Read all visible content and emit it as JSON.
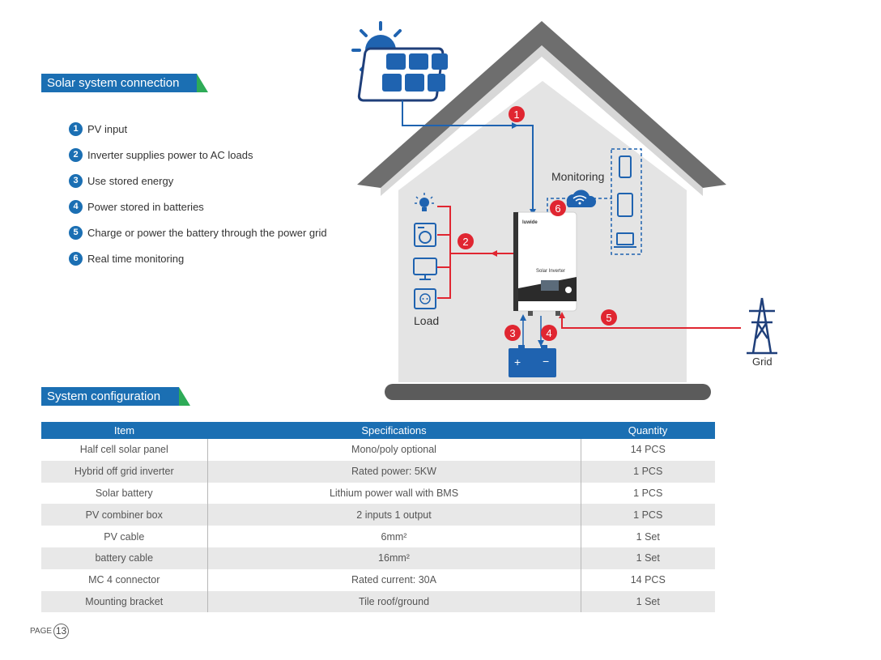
{
  "connection": {
    "title": "Solar system connection",
    "items": [
      {
        "num": "1",
        "text": "PV input"
      },
      {
        "num": "2",
        "text": "Inverter supplies power to AC loads"
      },
      {
        "num": "3",
        "text": "Use stored energy"
      },
      {
        "num": "4",
        "text": "Power stored in batteries"
      },
      {
        "num": "5",
        "text": "Charge or power the battery through the power grid"
      },
      {
        "num": "6",
        "text": "Real time monitoring"
      }
    ]
  },
  "diagram": {
    "monitoring_label": "Monitoring",
    "load_label": "Load",
    "grid_label": "Grid",
    "inverter_brand": "luwide",
    "inverter_label": "Solar Inverter",
    "battery_plus": "+",
    "battery_minus": "−",
    "markers": [
      "1",
      "2",
      "3",
      "4",
      "5",
      "6"
    ]
  },
  "config": {
    "title": "System configuration",
    "headers": [
      "Item",
      "Specifications",
      "Quantity"
    ],
    "rows": [
      [
        "Half cell solar panel",
        "Mono/poly optional",
        "14 PCS"
      ],
      [
        "Hybrid off grid inverter",
        "Rated power: 5KW",
        "1 PCS"
      ],
      [
        "Solar battery",
        "Lithium power wall with BMS",
        "1 PCS"
      ],
      [
        "PV combiner box",
        "2 inputs 1 output",
        "1 PCS"
      ],
      [
        "PV cable",
        "6mm²",
        "1 Set"
      ],
      [
        "battery cable",
        "16mm²",
        "1 Set"
      ],
      [
        "MC 4 connector",
        "Rated current: 30A",
        "14 PCS"
      ],
      [
        "Mounting bracket",
        "Tile roof/ground",
        "1 Set"
      ]
    ]
  },
  "page": {
    "label": "PAGE",
    "number": "13"
  },
  "colors": {
    "blue": "#1b6fb3",
    "green": "#2eab57",
    "red": "#e02631",
    "roof": "#6e6e6e",
    "wall": "#e4e4e4"
  }
}
